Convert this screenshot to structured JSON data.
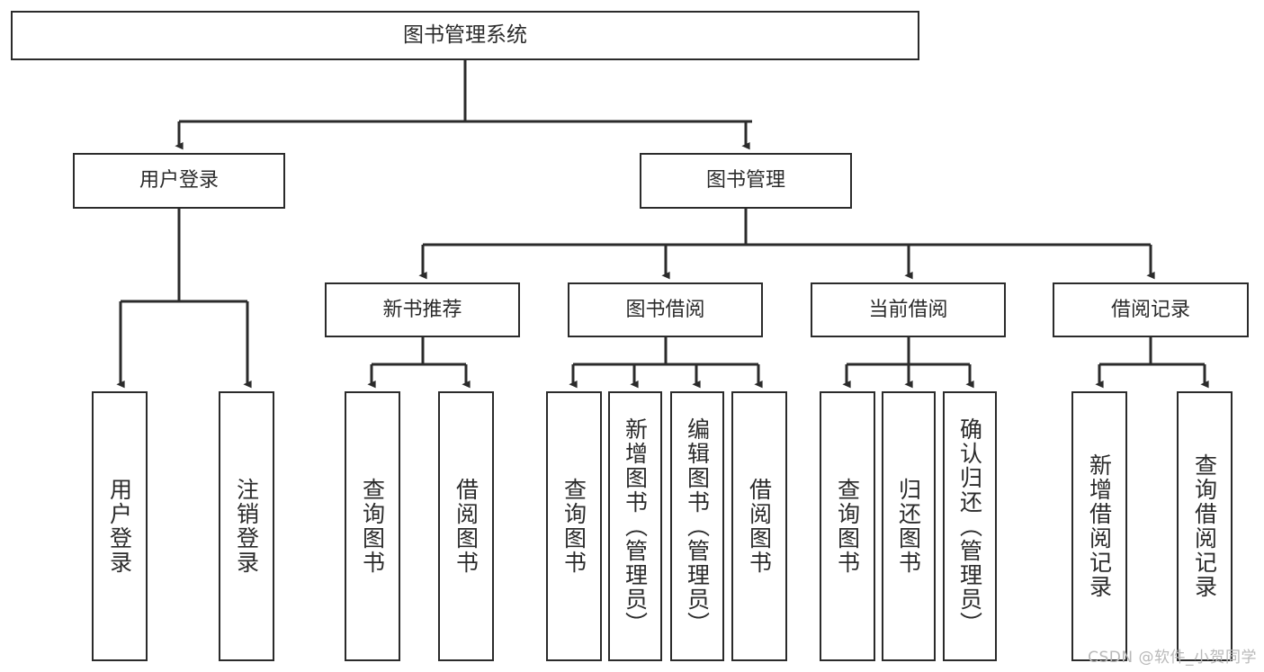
{
  "diagram": {
    "type": "tree-hierarchy",
    "title": "图书管理系统",
    "watermark": "CSDN @软件_小贺同学",
    "colors": {
      "stroke": "#2b2b2b",
      "fill": "#ffffff",
      "background": "#ffffff",
      "watermark": "#b9b9b9"
    },
    "nodes": {
      "root": {
        "label": "图书管理系统"
      },
      "level2": [
        {
          "label": "用户登录"
        },
        {
          "label": "图书管理"
        }
      ],
      "level3": [
        {
          "label": "新书推荐"
        },
        {
          "label": "图书借阅"
        },
        {
          "label": "当前借阅"
        },
        {
          "label": "借阅记录"
        }
      ],
      "leaves": [
        {
          "label": "用户登录"
        },
        {
          "label": "注销登录"
        },
        {
          "label": "查询图书"
        },
        {
          "label": "借阅图书"
        },
        {
          "label": "查询图书"
        },
        {
          "label": "新增图书（管理员）"
        },
        {
          "label": "编辑图书（管理员）"
        },
        {
          "label": "借阅图书"
        },
        {
          "label": "查询图书"
        },
        {
          "label": "归还图书"
        },
        {
          "label": "确认归还（管理员）"
        },
        {
          "label": "新增借阅记录"
        },
        {
          "label": "查询借阅记录"
        }
      ]
    },
    "edges": [
      {
        "from": "图书管理系统",
        "to": "用户登录"
      },
      {
        "from": "图书管理系统",
        "to": "图书管理"
      },
      {
        "from": "用户登录",
        "to": "用户登录"
      },
      {
        "from": "用户登录",
        "to": "注销登录"
      },
      {
        "from": "图书管理",
        "to": "新书推荐"
      },
      {
        "from": "图书管理",
        "to": "图书借阅"
      },
      {
        "from": "图书管理",
        "to": "当前借阅"
      },
      {
        "from": "图书管理",
        "to": "借阅记录"
      },
      {
        "from": "新书推荐",
        "to": "查询图书"
      },
      {
        "from": "新书推荐",
        "to": "借阅图书"
      },
      {
        "from": "图书借阅",
        "to": "查询图书"
      },
      {
        "from": "图书借阅",
        "to": "新增图书（管理员）"
      },
      {
        "from": "图书借阅",
        "to": "编辑图书（管理员）"
      },
      {
        "from": "图书借阅",
        "to": "借阅图书"
      },
      {
        "from": "当前借阅",
        "to": "查询图书"
      },
      {
        "from": "当前借阅",
        "to": "归还图书"
      },
      {
        "from": "当前借阅",
        "to": "确认归还（管理员）"
      },
      {
        "from": "借阅记录",
        "to": "新增借阅记录"
      },
      {
        "from": "借阅记录",
        "to": "查询借阅记录"
      }
    ]
  }
}
